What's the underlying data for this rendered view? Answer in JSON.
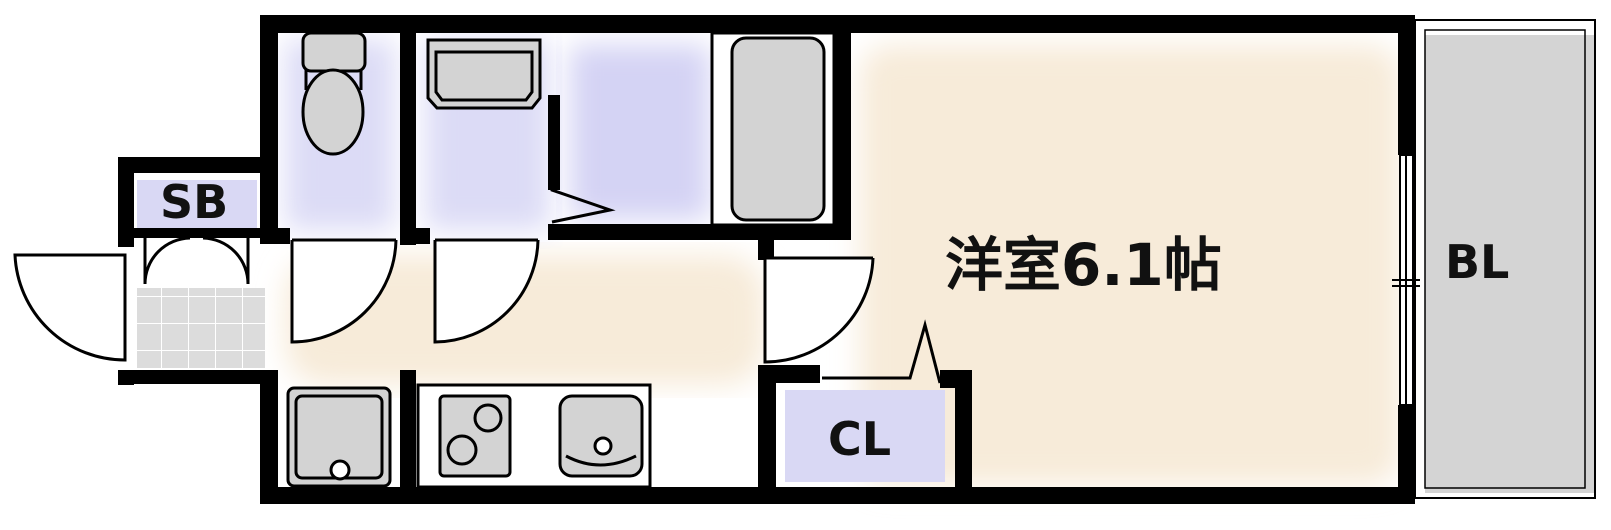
{
  "labels": {
    "main_room": "洋室6.1帖",
    "shoe_box": "SB",
    "closet": "CL",
    "balcony": "BL"
  },
  "colors": {
    "wall": "#000000",
    "room_floor": "#f7ebd9",
    "wet_area": "#d9d8f4",
    "closet_floor": "#d9d8f4",
    "entrance_tile": "#dcdcdc",
    "fixture": "#d3d3d3",
    "balcony": "#d4d4d4",
    "door_leaf": "#ffffff"
  },
  "icons": [
    "toilet-icon",
    "washbasin-icon",
    "bathtub-icon",
    "washing-machine-pan-icon",
    "stove-icon",
    "kitchen-sink-icon"
  ]
}
